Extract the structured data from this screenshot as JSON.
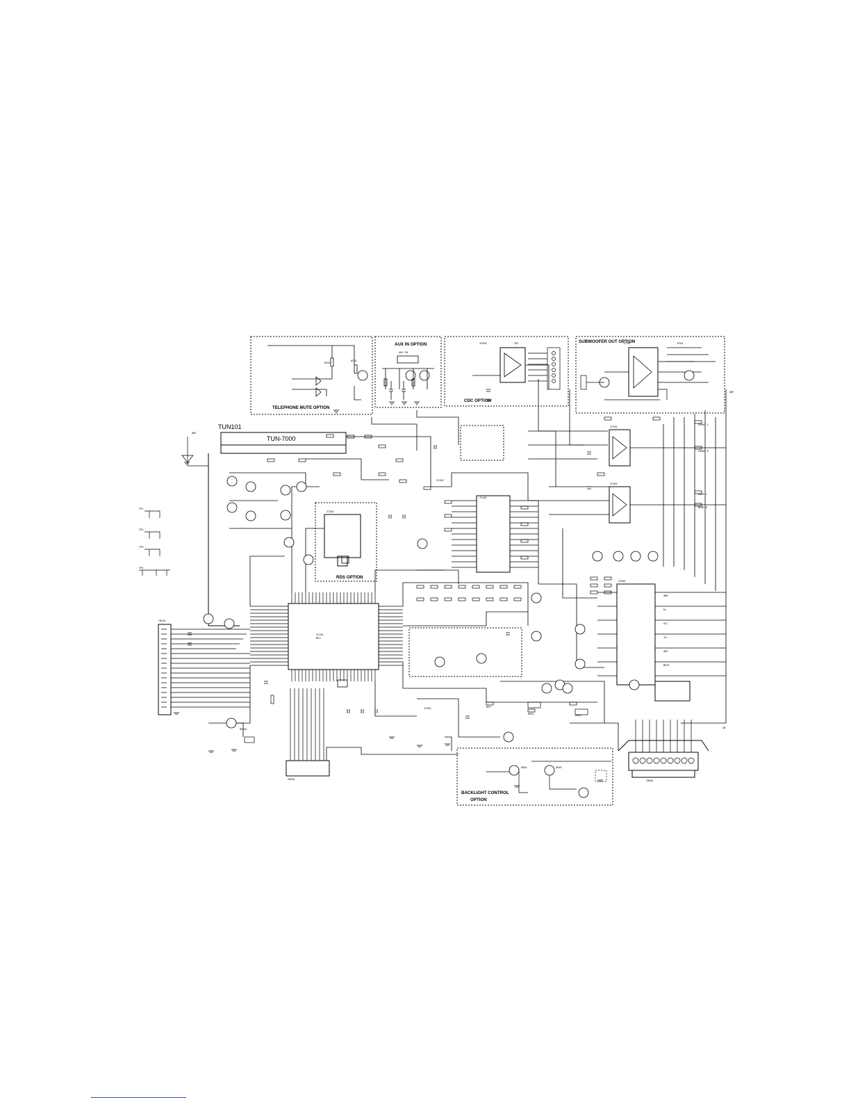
{
  "document": {
    "kind": "circuit schematic",
    "page_size_note": ""
  },
  "tuner": {
    "ref": "TUN101",
    "model": "TUN-7000"
  },
  "option_boxes": {
    "telephone_mute": "TELEPHONE MUTE OPTION",
    "aux_in": "AUX IN OPTION",
    "cdc": "CDC OPTION",
    "subwoofer_out": "SUBWOOFER OUT OPTION",
    "rds": "RDS OPTION",
    "backlight_line1": "BACKLIGHT CONTROL",
    "backlight_line2": "OPTION"
  },
  "colors": {
    "ink": "#000000",
    "paper": "#ffffff",
    "link": "#2a49c9"
  }
}
